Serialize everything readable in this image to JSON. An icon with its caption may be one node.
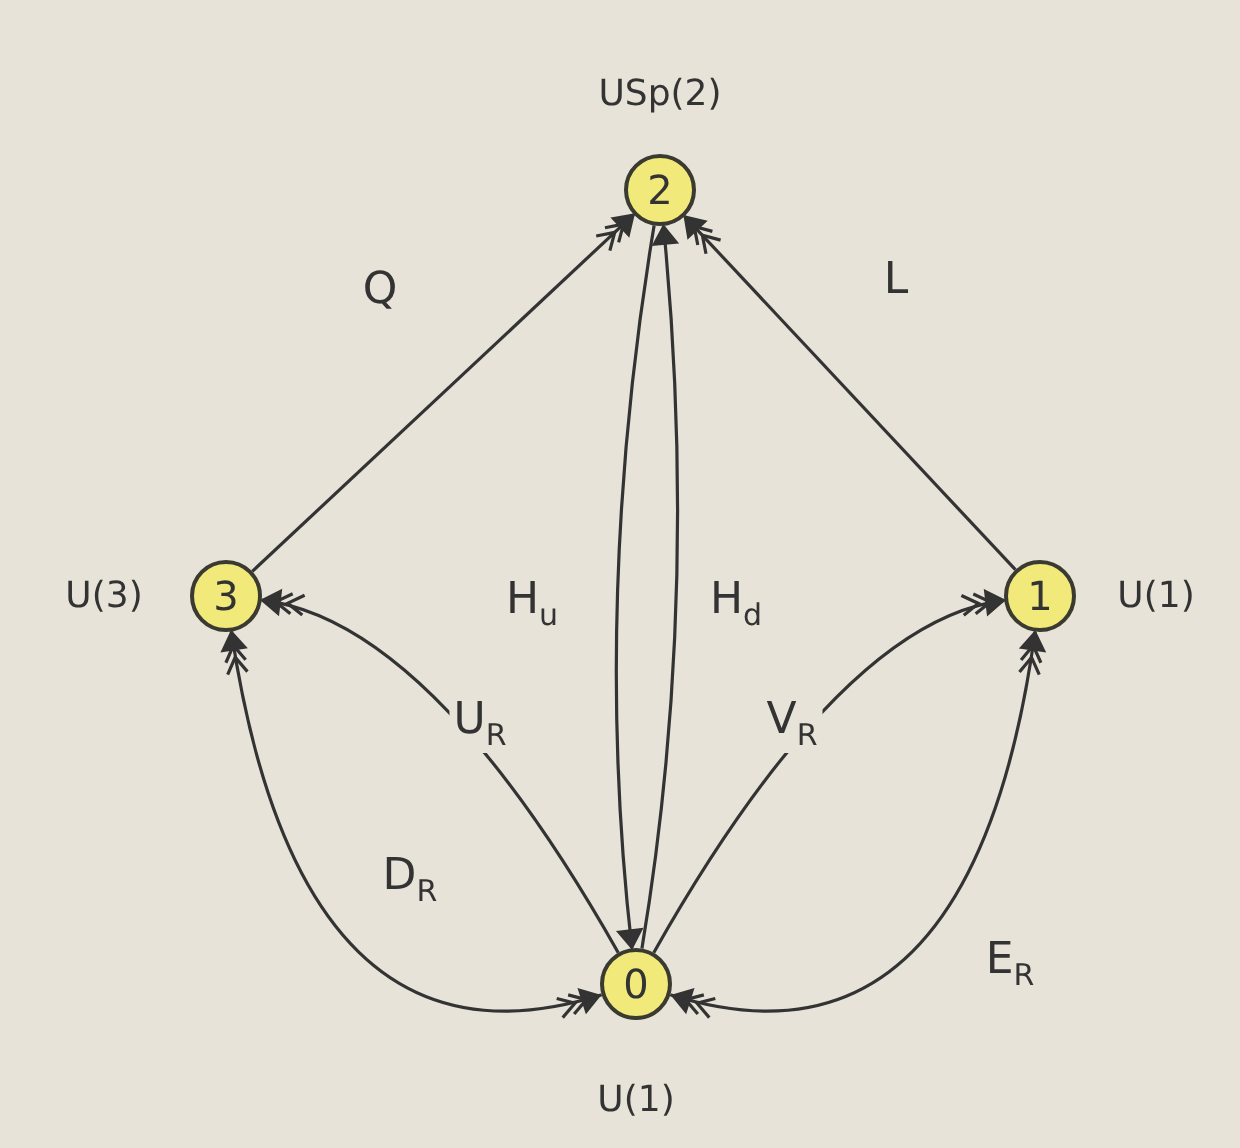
{
  "diagram": {
    "nodes": [
      {
        "text": [
          "2"
        ],
        "beside": [
          "USp(2)"
        ]
      },
      {
        "text": [
          "3"
        ],
        "beside": [
          "U(3)"
        ]
      },
      {
        "text": [
          "1"
        ],
        "beside": [
          "U(1)"
        ]
      },
      {
        "text": [
          "0"
        ],
        "beside": [
          "U(1)"
        ]
      }
    ],
    "edges": [
      {
        "from": 1,
        "to": 0,
        "arrow": "to",
        "label": "Q"
      },
      {
        "from": 2,
        "to": 0,
        "arrow": "to",
        "label": "L"
      },
      {
        "from": 0,
        "to": 3,
        "arrow": "to",
        "label": "H$_{u}$"
      },
      {
        "from": 3,
        "to": 0,
        "arrow": "to",
        "label": "H$_{d}$"
      },
      {
        "from": 3,
        "to": 1,
        "arrow": "to",
        "label": "U$_{R}$"
      },
      {
        "from": 3,
        "to": 1,
        "arrow": "both",
        "label": "D$_{R}$"
      },
      {
        "from": 3,
        "to": 2,
        "arrow": "to",
        "label": "V$_{R}$"
      },
      {
        "from": 3,
        "to": 2,
        "arrow": "both",
        "label": "E$_{R}$"
      }
    ]
  }
}
